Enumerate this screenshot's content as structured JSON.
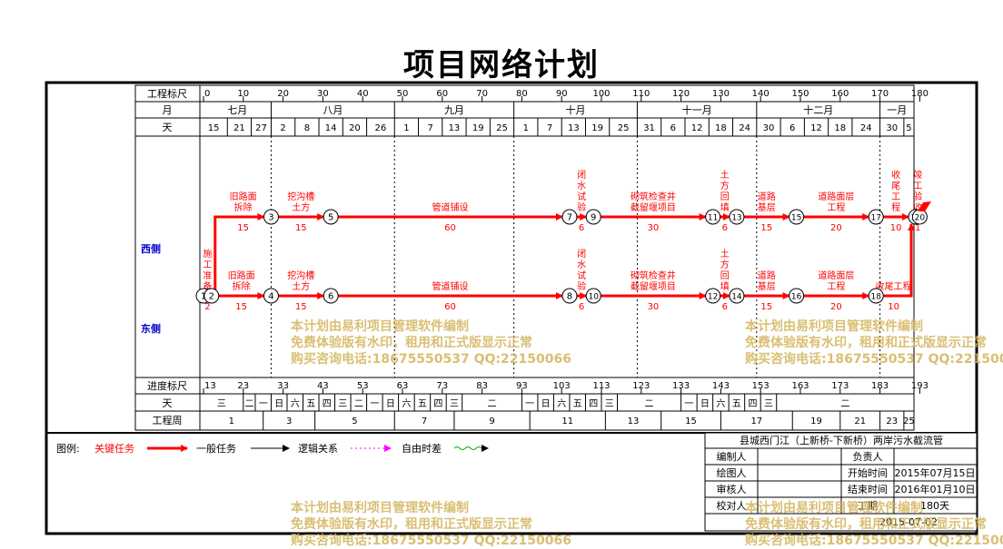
{
  "title": "项目网络计划",
  "header": {
    "scale_label": "工程标尺",
    "month_label": "月",
    "day_label": "天",
    "scale_ticks": [
      {
        "t": 0,
        "v": "0"
      },
      {
        "t": 10,
        "v": "10"
      },
      {
        "t": 20,
        "v": "20"
      },
      {
        "t": 30,
        "v": "30"
      },
      {
        "t": 40,
        "v": "40"
      },
      {
        "t": 50,
        "v": "50"
      },
      {
        "t": 60,
        "v": "60"
      },
      {
        "t": 70,
        "v": "70"
      },
      {
        "t": 80,
        "v": "80"
      },
      {
        "t": 90,
        "v": "90"
      },
      {
        "t": 100,
        "v": "100"
      },
      {
        "t": 110,
        "v": "110"
      },
      {
        "t": 120,
        "v": "120"
      },
      {
        "t": 130,
        "v": "130"
      },
      {
        "t": 140,
        "v": "140"
      },
      {
        "t": 150,
        "v": "150"
      },
      {
        "t": 160,
        "v": "160"
      },
      {
        "t": 170,
        "v": "170"
      },
      {
        "t": 180,
        "v": "180"
      }
    ],
    "months": [
      {
        "name": "七月",
        "start": 0,
        "end": 17
      },
      {
        "name": "八月",
        "start": 17,
        "end": 48
      },
      {
        "name": "九月",
        "start": 48,
        "end": 78
      },
      {
        "name": "十月",
        "start": 78,
        "end": 109
      },
      {
        "name": "十一月",
        "start": 109,
        "end": 139
      },
      {
        "name": "十二月",
        "start": 139,
        "end": 170
      },
      {
        "name": "一月",
        "start": 170,
        "end": 180
      }
    ],
    "days": [
      {
        "t": 0,
        "v": "15"
      },
      {
        "t": 6,
        "v": "21"
      },
      {
        "t": 12,
        "v": "27"
      },
      {
        "t": 17,
        "v": "2"
      },
      {
        "t": 23,
        "v": "8"
      },
      {
        "t": 29,
        "v": "14"
      },
      {
        "t": 35,
        "v": "20"
      },
      {
        "t": 41,
        "v": "26"
      },
      {
        "t": 48,
        "v": "1"
      },
      {
        "t": 54,
        "v": "7"
      },
      {
        "t": 60,
        "v": "13"
      },
      {
        "t": 66,
        "v": "19"
      },
      {
        "t": 72,
        "v": "25"
      },
      {
        "t": 78,
        "v": "1"
      },
      {
        "t": 84,
        "v": "7"
      },
      {
        "t": 90,
        "v": "13"
      },
      {
        "t": 96,
        "v": "19"
      },
      {
        "t": 102,
        "v": "25"
      },
      {
        "t": 109,
        "v": "31"
      },
      {
        "t": 115,
        "v": "6"
      },
      {
        "t": 121,
        "v": "12"
      },
      {
        "t": 127,
        "v": "18"
      },
      {
        "t": 133,
        "v": "24"
      },
      {
        "t": 139,
        "v": "30"
      },
      {
        "t": 145,
        "v": "6"
      },
      {
        "t": 151,
        "v": "12"
      },
      {
        "t": 157,
        "v": "18"
      },
      {
        "t": 163,
        "v": "24"
      },
      {
        "t": 170,
        "v": "30"
      },
      {
        "t": 176,
        "v": "5"
      }
    ]
  },
  "rows": {
    "west": "西侧",
    "east": "东侧"
  },
  "network": {
    "nodes": [
      {
        "id": "1",
        "t": 0,
        "lane": "east"
      },
      {
        "id": "2",
        "t": 2,
        "lane": "east"
      },
      {
        "id": "3",
        "t": 17,
        "lane": "west"
      },
      {
        "id": "5",
        "t": 32,
        "lane": "west"
      },
      {
        "id": "7",
        "t": 92,
        "lane": "west"
      },
      {
        "id": "9",
        "t": 98,
        "lane": "west"
      },
      {
        "id": "11",
        "t": 128,
        "lane": "west"
      },
      {
        "id": "13",
        "t": 134,
        "lane": "west"
      },
      {
        "id": "15",
        "t": 149,
        "lane": "west"
      },
      {
        "id": "17",
        "t": 169,
        "lane": "west"
      },
      {
        "id": "19",
        "t": 179,
        "lane": "west"
      },
      {
        "id": "20",
        "t": 180,
        "lane": "west"
      },
      {
        "id": "4",
        "t": 17,
        "lane": "east"
      },
      {
        "id": "6",
        "t": 32,
        "lane": "east"
      },
      {
        "id": "8",
        "t": 92,
        "lane": "east"
      },
      {
        "id": "10",
        "t": 98,
        "lane": "east"
      },
      {
        "id": "12",
        "t": 128,
        "lane": "east"
      },
      {
        "id": "14",
        "t": 134,
        "lane": "east"
      },
      {
        "id": "16",
        "t": 149,
        "lane": "east"
      },
      {
        "id": "18",
        "t": 169,
        "lane": "east"
      }
    ],
    "tasks": [
      {
        "from": "1",
        "to": "2",
        "name": "施工准备",
        "dur": "2",
        "vertical": true
      },
      {
        "from": "2",
        "to": "3",
        "name": "旧路面拆除",
        "dur": "15",
        "wrap": 3,
        "route": "up"
      },
      {
        "from": "3",
        "to": "5",
        "name": "挖沟槽土方",
        "dur": "15",
        "wrap": 3
      },
      {
        "from": "5",
        "to": "7",
        "name": "管道铺设",
        "dur": "60"
      },
      {
        "from": "7",
        "to": "9",
        "name": "闭水试验",
        "dur": "6",
        "vertical": true
      },
      {
        "from": "9",
        "to": "11",
        "name": "砌筑检查井截留堰项目",
        "dur": "30",
        "wrap": 5
      },
      {
        "from": "11",
        "to": "13",
        "name": "土方回填",
        "dur": "6",
        "vertical": true
      },
      {
        "from": "13",
        "to": "15",
        "name": "道路基层",
        "dur": "15",
        "wrap": 2
      },
      {
        "from": "15",
        "to": "17",
        "name": "道路面层工程",
        "dur": "20",
        "wrap": 4
      },
      {
        "from": "17",
        "to": "19",
        "name": "收尾工程",
        "dur": "10",
        "vertical": true
      },
      {
        "from": "19",
        "to": "20",
        "name": "竣工验收",
        "dur": "1",
        "vertical": true
      },
      {
        "from": "2",
        "to": "4",
        "name": "旧路面拆除",
        "dur": "15",
        "wrap": 3
      },
      {
        "from": "4",
        "to": "6",
        "name": "挖沟槽土方",
        "dur": "15",
        "wrap": 3
      },
      {
        "from": "6",
        "to": "8",
        "name": "管道铺设",
        "dur": "60"
      },
      {
        "from": "8",
        "to": "10",
        "name": "闭水试验",
        "dur": "6",
        "vertical": true
      },
      {
        "from": "10",
        "to": "12",
        "name": "砌筑检查井截留堰项目",
        "dur": "30",
        "wrap": 5
      },
      {
        "from": "12",
        "to": "14",
        "name": "土方回填",
        "dur": "6",
        "vertical": true
      },
      {
        "from": "14",
        "to": "16",
        "name": "道路基层",
        "dur": "15",
        "wrap": 2
      },
      {
        "from": "16",
        "to": "18",
        "name": "道路面层工程",
        "dur": "20",
        "wrap": 4
      },
      {
        "from": "18",
        "to": "19",
        "name": "收尾工程",
        "dur": "10",
        "wrap": 4,
        "route": "up"
      }
    ]
  },
  "footer": {
    "progress_label": "进度标尺",
    "week_day_label": "天",
    "week_label": "工程周",
    "progress_ticks": [
      {
        "t": 0,
        "v": "13"
      },
      {
        "t": 10,
        "v": "23"
      },
      {
        "t": 20,
        "v": "33"
      },
      {
        "t": 30,
        "v": "43"
      },
      {
        "t": 40,
        "v": "53"
      },
      {
        "t": 50,
        "v": "63"
      },
      {
        "t": 60,
        "v": "73"
      },
      {
        "t": 70,
        "v": "83"
      },
      {
        "t": 80,
        "v": "93"
      },
      {
        "t": 90,
        "v": "103"
      },
      {
        "t": 100,
        "v": "113"
      },
      {
        "t": 110,
        "v": "123"
      },
      {
        "t": 120,
        "v": "133"
      },
      {
        "t": 130,
        "v": "143"
      },
      {
        "t": 140,
        "v": "153"
      },
      {
        "t": 150,
        "v": "163"
      },
      {
        "t": 160,
        "v": "173"
      },
      {
        "t": 170,
        "v": "183"
      },
      {
        "t": 180,
        "v": "193"
      }
    ],
    "weekdays": [
      {
        "s": 0,
        "e": 10,
        "v": "三"
      },
      {
        "s": 10,
        "e": 13,
        "v": "二"
      },
      {
        "s": 13,
        "e": 17,
        "v": "一"
      },
      {
        "s": 17,
        "e": 21,
        "v": "日"
      },
      {
        "s": 21,
        "e": 25,
        "v": "六"
      },
      {
        "s": 25,
        "e": 29,
        "v": "五"
      },
      {
        "s": 29,
        "e": 33,
        "v": "四"
      },
      {
        "s": 33,
        "e": 37,
        "v": "三"
      },
      {
        "s": 37,
        "e": 41,
        "v": "二"
      },
      {
        "s": 41,
        "e": 45,
        "v": "一"
      },
      {
        "s": 45,
        "e": 49,
        "v": "日"
      },
      {
        "s": 49,
        "e": 53,
        "v": "六"
      },
      {
        "s": 53,
        "e": 57,
        "v": "五"
      },
      {
        "s": 57,
        "e": 61,
        "v": "四"
      },
      {
        "s": 61,
        "e": 65,
        "v": "三"
      },
      {
        "s": 65,
        "e": 80,
        "v": "二"
      },
      {
        "s": 80,
        "e": 84,
        "v": "一"
      },
      {
        "s": 84,
        "e": 88,
        "v": "日"
      },
      {
        "s": 88,
        "e": 92,
        "v": "六"
      },
      {
        "s": 92,
        "e": 96,
        "v": "五"
      },
      {
        "s": 96,
        "e": 100,
        "v": "四"
      },
      {
        "s": 100,
        "e": 104,
        "v": "三"
      },
      {
        "s": 104,
        "e": 120,
        "v": "二"
      },
      {
        "s": 120,
        "e": 124,
        "v": "一"
      },
      {
        "s": 124,
        "e": 128,
        "v": "日"
      },
      {
        "s": 128,
        "e": 132,
        "v": "六"
      },
      {
        "s": 132,
        "e": 136,
        "v": "五"
      },
      {
        "s": 136,
        "e": 140,
        "v": "四"
      },
      {
        "s": 140,
        "e": 144,
        "v": "三"
      },
      {
        "s": 144,
        "e": 180,
        "v": "二"
      }
    ],
    "weeks": [
      {
        "s": 0,
        "e": 15,
        "v": "1"
      },
      {
        "s": 15,
        "e": 28,
        "v": "3"
      },
      {
        "s": 28,
        "e": 48,
        "v": "5"
      },
      {
        "s": 48,
        "e": 63,
        "v": "7"
      },
      {
        "s": 63,
        "e": 82,
        "v": "9"
      },
      {
        "s": 82,
        "e": 101,
        "v": "11"
      },
      {
        "s": 101,
        "e": 115,
        "v": "13"
      },
      {
        "s": 115,
        "e": 130,
        "v": "15"
      },
      {
        "s": 130,
        "e": 148,
        "v": "17"
      },
      {
        "s": 148,
        "e": 160,
        "v": "19"
      },
      {
        "s": 160,
        "e": 170,
        "v": "21"
      },
      {
        "s": 170,
        "e": 176,
        "v": "23"
      },
      {
        "s": 176,
        "e": 180,
        "v": "25"
      }
    ]
  },
  "legend": {
    "label": "图例:",
    "critical": "关键任务",
    "general": "一般任务",
    "logic": "逻辑关系",
    "float": "自由时差"
  },
  "info": {
    "project": "县城西门江（上新桥-下新桥）两岸污水截流管",
    "editor": "编制人",
    "owner": "负责人",
    "drawer": "绘图人",
    "start_label": "开始时间",
    "start": "2015年07月15日",
    "reviewer": "审核人",
    "end_label": "结束时间",
    "end": "2016年01月10日",
    "checker": "校对人",
    "period_label": "工期",
    "period": "180天",
    "date": "2015-07-02"
  },
  "watermark": [
    "本计划由易利项目管理软件编制",
    "免费体验版有水印，租用和正式版显示正常",
    "购买咨询电话:18675550537 QQ:22150066"
  ],
  "colors": {
    "critical": "#ff0000",
    "side_label": "#0000cc",
    "watermark": "#d2b45a"
  }
}
